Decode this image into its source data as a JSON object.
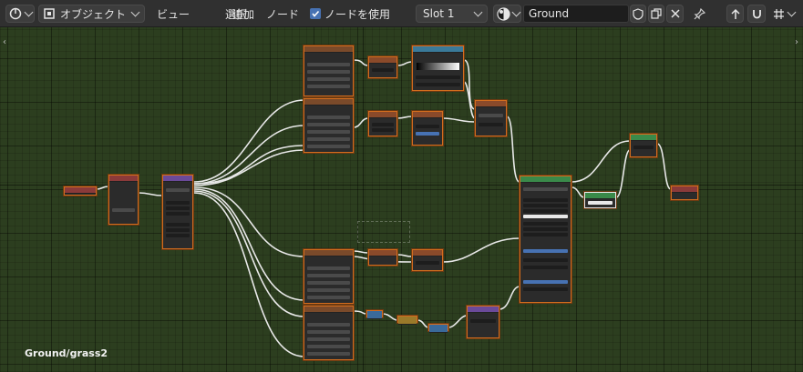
{
  "header": {
    "editor_type_icon": "node-editor-icon",
    "object_menu": "オブジェクト",
    "menus": [
      "ビュー",
      "選択",
      "追加",
      "ノード"
    ],
    "use_nodes_label": "ノードを使用",
    "use_nodes_checked": true,
    "slot": "Slot 1",
    "material_icon": "material-sphere-icon",
    "material_name": "Ground",
    "icons": [
      "fake-user-shield-icon",
      "duplicate-icon",
      "close-icon",
      "pin-icon",
      "parent-arrow-icon",
      "snap-magnet-icon",
      "overlay-grid-icon"
    ]
  },
  "colors": {
    "header_bg": "#303030",
    "canvas_bg": "#2c3e1f",
    "node_border_selected": "#d26d1e",
    "wire": "#e8e8e8",
    "check_accent": "#4772b3"
  },
  "canvas": {
    "frame_label": "Ground/grass2"
  }
}
